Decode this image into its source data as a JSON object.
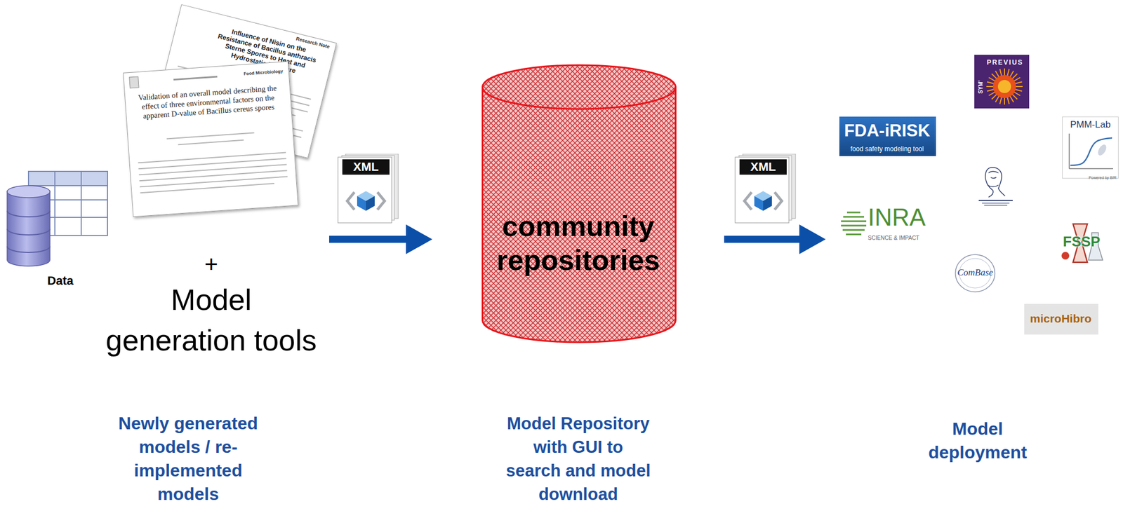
{
  "diagram": {
    "nodes": [
      {
        "text": [
          "Data",
          "+",
          "Model generation tools",
          "Newly generated models / re-implemented models"
        ]
      },
      {
        "text": [
          "community repositories",
          "Model Repository with GUI to search and model download"
        ]
      },
      {
        "text": [
          "Model deployment"
        ]
      },
      {
        "text": [
          "PREVIUS",
          "SYM'"
        ],
        "in": 2
      },
      {
        "text": [
          "FDA-iRISK",
          "food safety modeling tool"
        ],
        "in": 2
      },
      {
        "text": [
          "PMM-Lab",
          "Powered by BfR"
        ],
        "in": 2
      },
      {
        "text": [
          "INRA",
          "SCIENCE & IMPACT"
        ],
        "in": 2
      },
      {
        "text": [
          "FSSP"
        ],
        "in": 2
      },
      {
        "text": [
          "ComBase"
        ],
        "in": 2
      },
      {
        "text": [
          "microHibro"
        ],
        "in": 2
      }
    ],
    "edges": [
      {
        "from": 0,
        "to": 1,
        "arrow": "to"
      },
      {
        "from": 1,
        "to": 2,
        "arrow": "to"
      }
    ],
    "labels": [
      "XML",
      "XML",
      "Research Note",
      "Influence of Nisin on the Resistance of Bacillus anthracis Sterne Spores to Heat and Hydrostatic Pressure",
      "Food Microbiology",
      "Validation of an overall model describing the effect of three environmental factors on the apparent D-value of Bacillus cereus spores"
    ]
  }
}
